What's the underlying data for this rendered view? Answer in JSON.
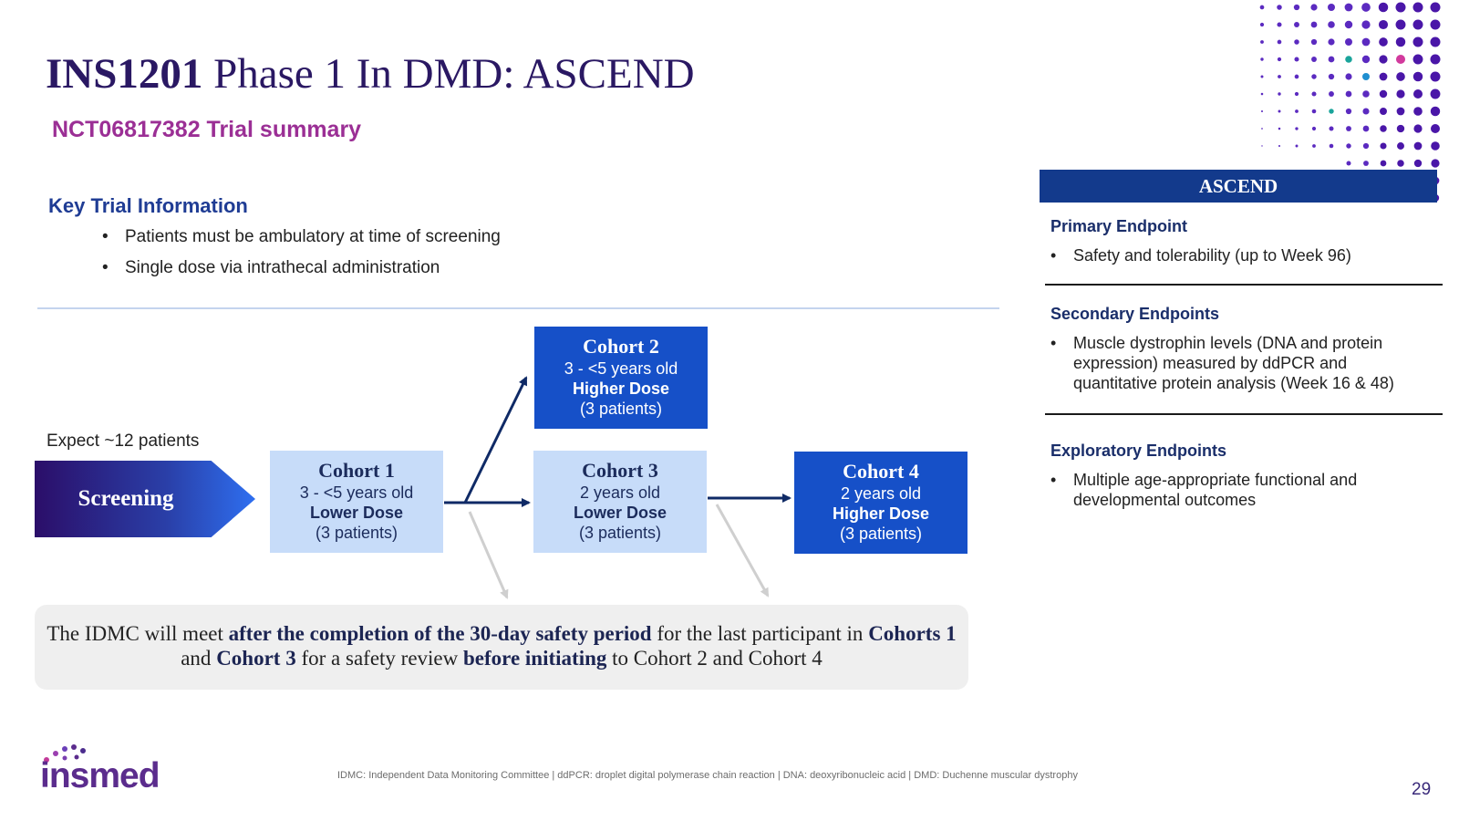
{
  "header": {
    "title_bold": "INS1201",
    "title_rest": " Phase 1 In DMD: ASCEND",
    "subtitle": "NCT06817382 Trial summary"
  },
  "key_info": {
    "heading": "Key Trial Information",
    "bullets": [
      "Patients must be ambulatory at time of screening",
      "Single dose via intrathecal administration"
    ]
  },
  "flow": {
    "expect_label": "Expect ~12 patients",
    "screening_label": "Screening",
    "cohorts": [
      {
        "name": "Cohort 1",
        "age": "3 - <5 years old",
        "dose": "Lower Dose",
        "patients": "(3 patients)",
        "style": "light"
      },
      {
        "name": "Cohort 2",
        "age": "3 - <5 years old",
        "dose": "Higher Dose",
        "patients": "(3 patients)",
        "style": "dark"
      },
      {
        "name": "Cohort 3",
        "age": "2 years old",
        "dose": "Lower Dose",
        "patients": "(3 patients)",
        "style": "light"
      },
      {
        "name": "Cohort 4",
        "age": "2 years old",
        "dose": "Higher Dose",
        "patients": "(3 patients)",
        "style": "dark"
      }
    ]
  },
  "idmc_note": {
    "p1": "The IDMC will meet ",
    "b1": "after the completion of the 30-day safety period",
    "p2": " for the last participant in ",
    "b2": "Cohorts 1",
    "p3": " and ",
    "b3": "Cohort 3",
    "p4": " for a safety review ",
    "b4": "before initiating",
    "p5": " to Cohort 2 and Cohort 4"
  },
  "ascend_panel": {
    "header": "ASCEND",
    "primary_heading": "Primary Endpoint",
    "primary_bullets": [
      "Safety and tolerability (up to Week 96)"
    ],
    "secondary_heading": "Secondary Endpoints",
    "secondary_bullets": [
      "Muscle dystrophin levels (DNA and protein expression) measured by ddPCR and quantitative protein analysis (Week 16 & 48)"
    ],
    "exploratory_heading": "Exploratory Endpoints",
    "exploratory_bullets": [
      "Multiple age-appropriate functional and developmental outcomes"
    ]
  },
  "footer": {
    "logo_text": "insmed",
    "footnote": "IDMC: Independent Data Monitoring Committee | ddPCR: droplet digital polymerase chain reaction | DNA: deoxyribonucleic acid | DMD: Duchenne muscular dystrophy",
    "page_number": "29"
  },
  "colors": {
    "title": "#2a1863",
    "subtitle": "#9b2f95",
    "heading_blue": "#1f3c94",
    "cohort_light": "#c7dcf9",
    "cohort_dark": "#1650c8",
    "ascend_header": "#133a8c",
    "arrow_dark": "#0f2a66",
    "arrow_gray": "#cfcfcf"
  }
}
